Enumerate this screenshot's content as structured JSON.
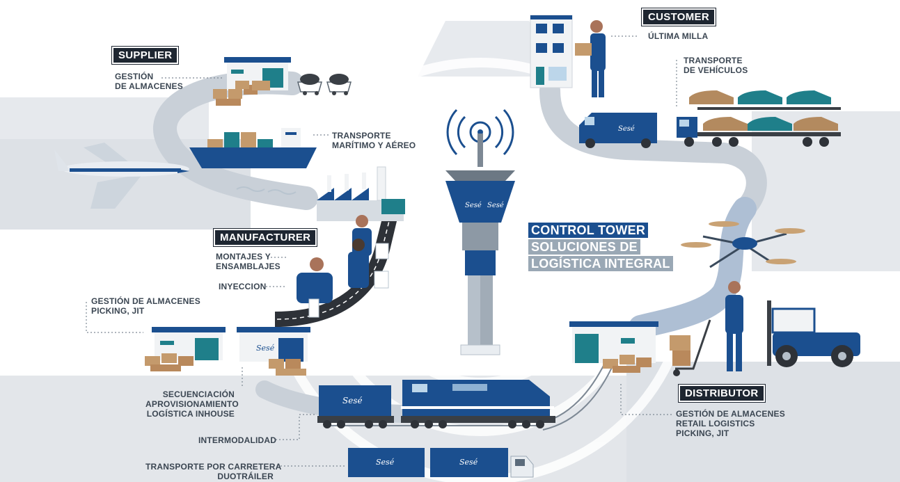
{
  "tags": {
    "supplier": "SUPPLIER",
    "customer": "CUSTOMER",
    "manufacturer": "MANUFACTURER",
    "distributor": "DISTRIBUTOR"
  },
  "control_tower": {
    "line1": "CONTROL TOWER",
    "line2": "SOLUCIONES DE",
    "line3": "LOGÍSTICA INTEGRAL"
  },
  "labels": {
    "supplier_warehouse": [
      "GESTIÓN",
      "DE ALMACENES"
    ],
    "sea_air": [
      "TRANSPORTE",
      "MARÍTIMO Y AÉREO"
    ],
    "last_mile": [
      "ÚLTIMA MILLA"
    ],
    "vehicle_transport": [
      "TRANSPORTE",
      "DE VEHÍCULOS"
    ],
    "assembly": [
      "MONTAJES Y",
      "ENSAMBLAJES"
    ],
    "injection": [
      "INYECCION"
    ],
    "warehouse_picking": [
      "GESTIÓN DE ALMACENES",
      "PICKING, JIT"
    ],
    "sequencing": [
      "SECUENCIACIÓN",
      "APROVISIONAMIENTO",
      "LOGÍSTICA INHOUSE"
    ],
    "intermodal": [
      "INTERMODALIDAD"
    ],
    "road": [
      "TRANSPORTE POR CARRETERA",
      "DUOTRÁILER"
    ],
    "distributor_services": [
      "GESTIÓN DE ALMACENES",
      "RETAIL LOGISTICS",
      "PICKING, JIT"
    ]
  },
  "brand": {
    "logo_text": "Sesé",
    "primary": "#1b4f8f",
    "dark": "#1e2631",
    "road": "#c9d0d8",
    "ground": "#e3e6ea",
    "box": "#c49a6c",
    "text": "#3b4652"
  }
}
